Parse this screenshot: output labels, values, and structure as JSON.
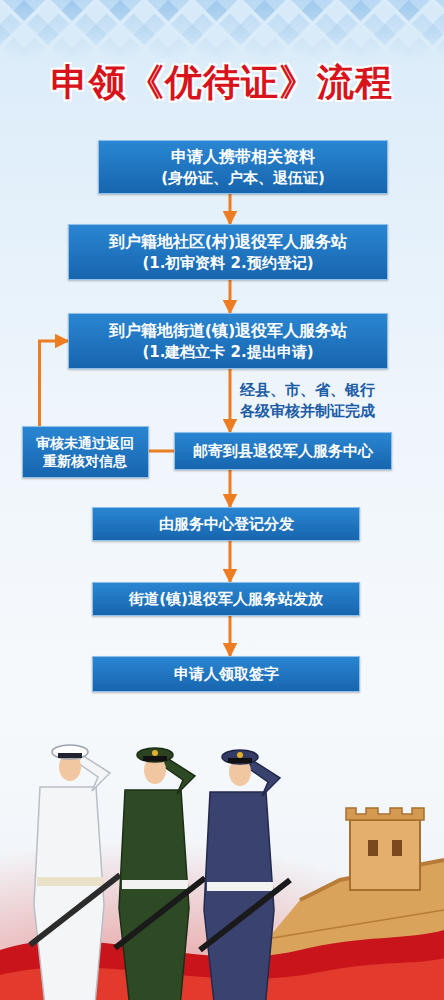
{
  "diagram": {
    "title": "申领《优待证》流程",
    "nodes": [
      {
        "text": [
          "申请人携带相关资料",
          "(身份证、户本、退伍证)"
        ]
      },
      {
        "text": [
          "到户籍地社区(村)退役军人服务站",
          "(1.初审资料 2.预约登记)"
        ]
      },
      {
        "text": [
          "到户籍地街道(镇)退役军人服务站",
          "(1.建档立卡 2.提出申请)"
        ]
      },
      {
        "text": [
          "审核未通过返回 重新核对信息"
        ]
      },
      {
        "text": [
          "邮寄到县退役军人服务中心"
        ]
      },
      {
        "text": [
          "由服务中心登记分发"
        ]
      },
      {
        "text": [
          "街道(镇)退役军人服务站发放"
        ]
      },
      {
        "text": [
          "申请人领取签字"
        ]
      }
    ],
    "edges": [
      {
        "from": 0,
        "to": 1,
        "arrow": "to"
      },
      {
        "from": 1,
        "to": 2,
        "arrow": "to"
      },
      {
        "from": 2,
        "to": 4,
        "label": "经县、市、省、银行 各级审核并制证完成",
        "arrow": "to"
      },
      {
        "from": 4,
        "to": 3,
        "arrow": "none"
      },
      {
        "from": 3,
        "to": 2,
        "arrow": "to"
      },
      {
        "from": 4,
        "to": 5,
        "arrow": "to"
      },
      {
        "from": 5,
        "to": 6,
        "arrow": "to"
      },
      {
        "from": 6,
        "to": 7,
        "arrow": "to"
      }
    ]
  }
}
